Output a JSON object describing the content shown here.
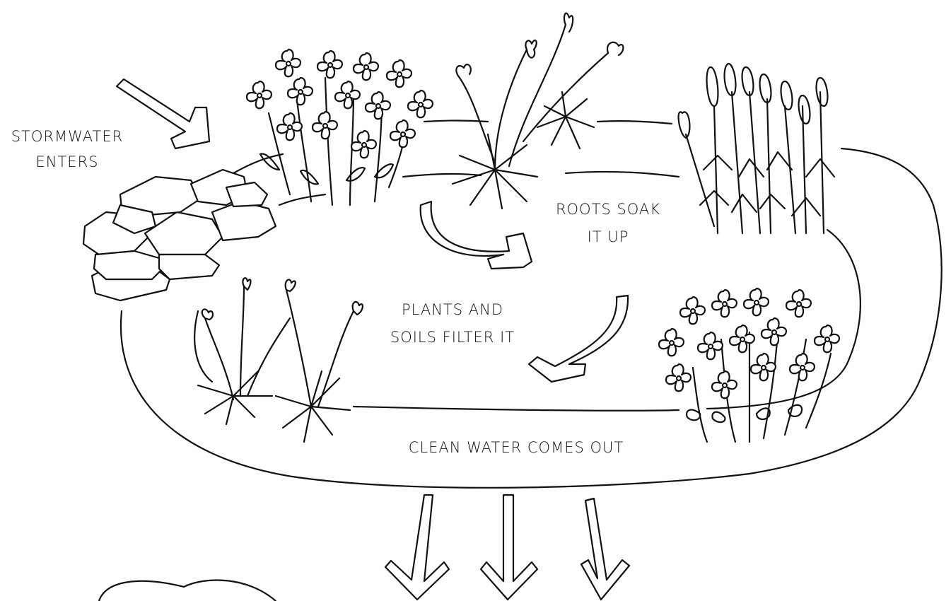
{
  "labels": {
    "stormwater_line1": "STORMWATER",
    "stormwater_line2": "ENTERS",
    "roots_line1": "ROOTS SOAK",
    "roots_line2": "IT UP",
    "plants_line1": "PLANTS AND",
    "plants_line2": "SOILS FILTER IT",
    "clean_water": "CLEAN WATER COMES OUT"
  },
  "colors": {
    "ink": "#111111",
    "background": "#ffffff"
  }
}
